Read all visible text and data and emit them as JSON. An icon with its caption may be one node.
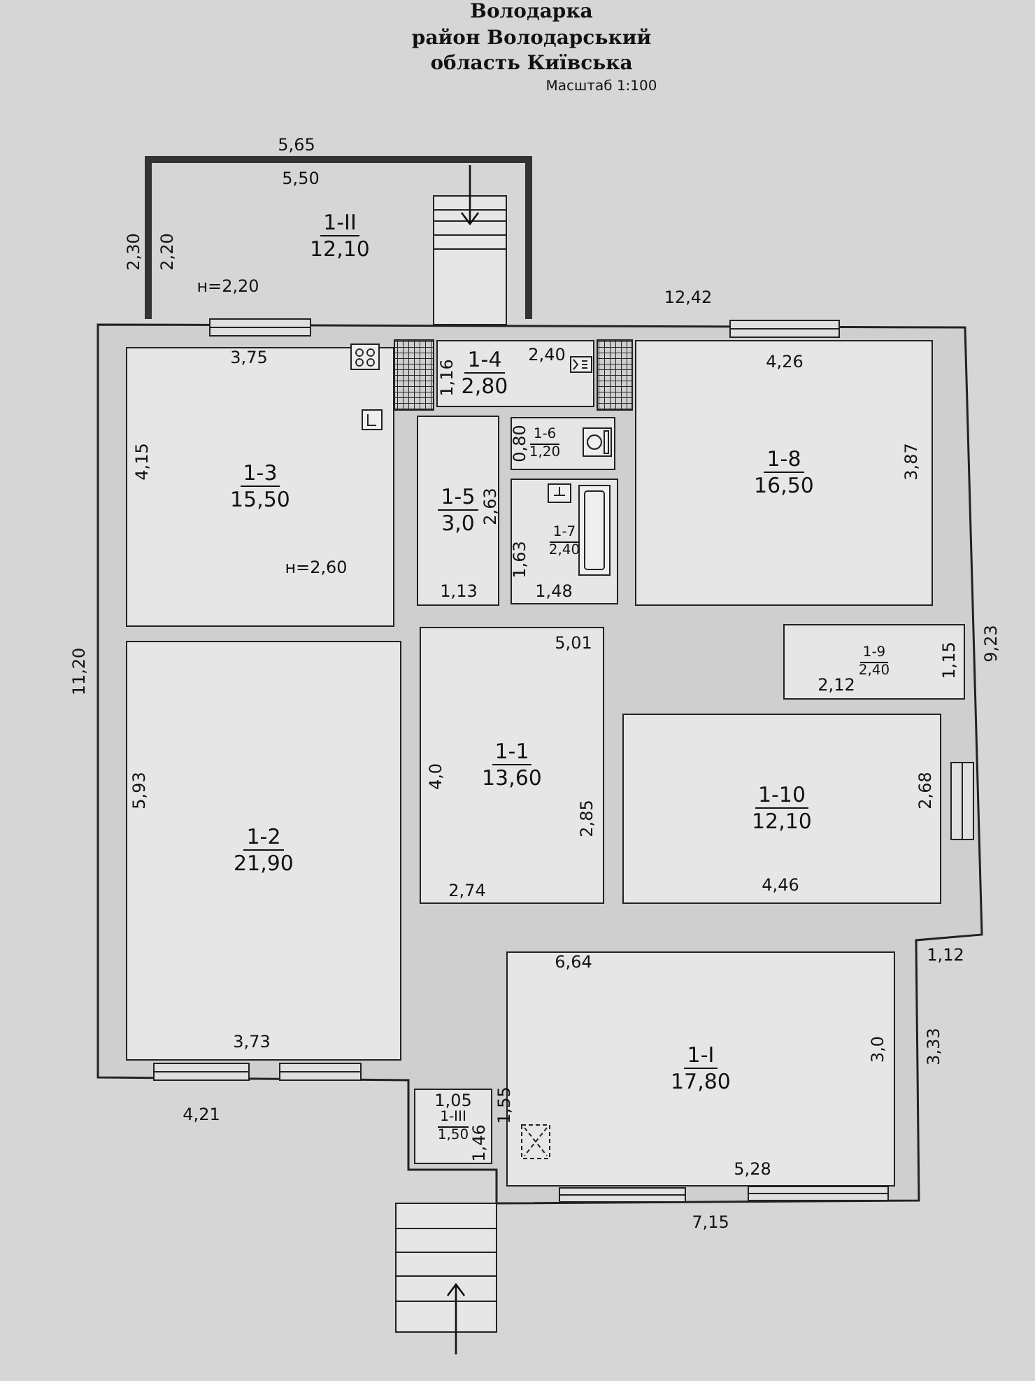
{
  "diagram": {
    "nodes": [
      {
        "text": [
          "1-II",
          "12,10"
        ]
      },
      {
        "text": [
          "1-3",
          "15,50"
        ]
      },
      {
        "text": [
          "1-4",
          "2,80"
        ]
      },
      {
        "text": [
          "1-5",
          "3,0"
        ]
      },
      {
        "text": [
          "1-6",
          "1,20"
        ]
      },
      {
        "text": [
          "1-7",
          "2,40"
        ]
      },
      {
        "text": [
          "1-8",
          "16,50"
        ]
      },
      {
        "text": [
          "1-9",
          "2,40"
        ]
      },
      {
        "text": [
          "1-1",
          "13,60"
        ]
      },
      {
        "text": [
          "1-10",
          "12,10"
        ]
      },
      {
        "text": [
          "1-2",
          "21,90"
        ]
      },
      {
        "text": [
          "1-I",
          "17,80"
        ]
      },
      {
        "text": [
          "1-III",
          "1,50"
        ]
      }
    ],
    "labels": [
      "Володарка",
      "район Володарський",
      "область Київська",
      "Масштаб 1:100",
      "5,65",
      "5,50",
      "2,30",
      "2,20",
      "н=2,20",
      "12,42",
      "3,75",
      "1,16",
      "2,40",
      "4,26",
      "4,15",
      "0,80",
      "2,63",
      "3,87",
      "н=2,60",
      "1,63",
      "1,13",
      "1,48",
      "11,20",
      "5,01",
      "9,23",
      "2,12",
      "1,15",
      "4,0",
      "5,93",
      "2,85",
      "2,68",
      "4,46",
      "2,74",
      "6,64",
      "1,12",
      "3,0",
      "3,33",
      "3,73",
      "4,21",
      "1,05",
      "1,55",
      "1,46",
      "5,28",
      "7,15"
    ]
  }
}
